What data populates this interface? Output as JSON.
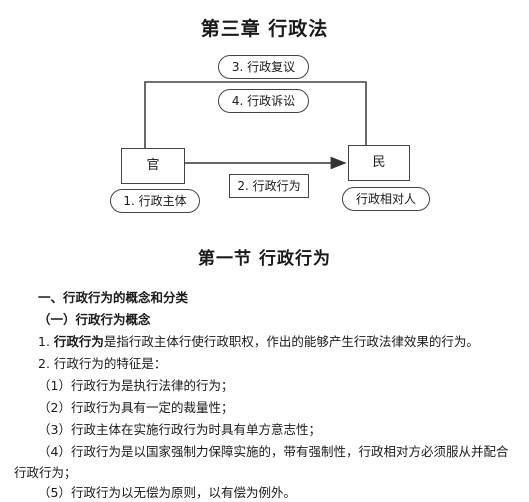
{
  "chapter_title": "第三章  行政法",
  "diagram": {
    "top_labels": [
      "3. 行政复议",
      "4. 行政诉讼"
    ],
    "left_node": "官",
    "right_node": "民",
    "left_caption": "1. 行政主体",
    "right_caption": "行政相对人",
    "arrow_label": "2. 行政行为"
  },
  "section_title": "第一节  行政行为",
  "content": {
    "heading1": "一、行政行为的概念和分类",
    "heading2": "（一）行政行为概念",
    "def_prefix": "1. ",
    "def_term": "行政行为",
    "def_rest": "是指行政主体行使行政职权，作出的能够产生行政法律效果的行为。",
    "feature_head": "2. 行政行为的特征是：",
    "features": [
      "（1）行政行为是执行法律的行为；",
      "（2）行政行为具有一定的裁量性；",
      "（3）行政主体在实施行政行为时具有单方意志性；",
      "（4）行政行为是以国家强制力保障实施的，带有强制性，行政相对方必须服从并配合",
      "行政行为；",
      "（5）行政行为以无偿为原则，以有偿为例外。"
    ]
  }
}
